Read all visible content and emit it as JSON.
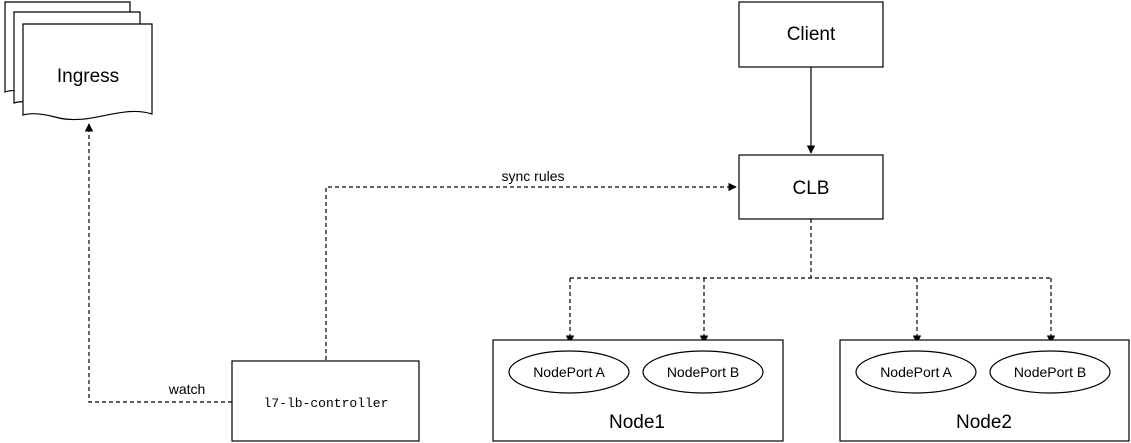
{
  "nodes": {
    "ingress": "Ingress",
    "client": "Client",
    "clb": "CLB",
    "controller": "l7-lb-controller",
    "node1": {
      "label": "Node1",
      "port_a": "NodePort A",
      "port_b": "NodePort B"
    },
    "node2": {
      "label": "Node2",
      "port_a": "NodePort A",
      "port_b": "NodePort B"
    }
  },
  "edges": {
    "sync_rules": "sync rules",
    "watch": "watch"
  }
}
